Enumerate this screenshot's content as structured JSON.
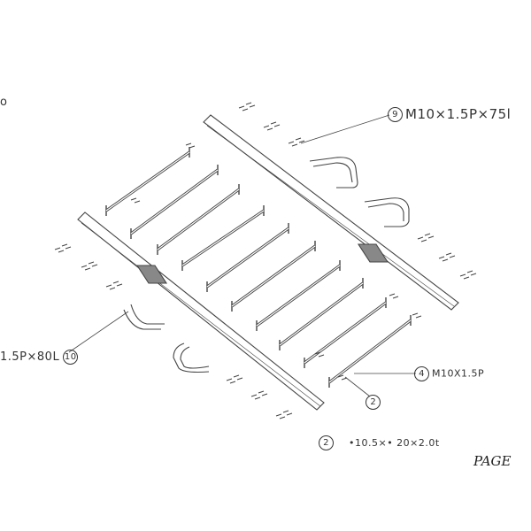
{
  "callouts": {
    "bolt_75": {
      "num": "9",
      "text": "M10×1.5P×75l"
    },
    "bolt_80": {
      "num": "10",
      "text": "1.5P×80L"
    },
    "nut": {
      "num": "4",
      "text": "M10X1.5P"
    },
    "rail": {
      "num": "2"
    },
    "washer": {
      "num": "2",
      "text": "•10.5×• 20×2.0t"
    }
  },
  "edge_mark": "o",
  "page_label": "PAGE"
}
